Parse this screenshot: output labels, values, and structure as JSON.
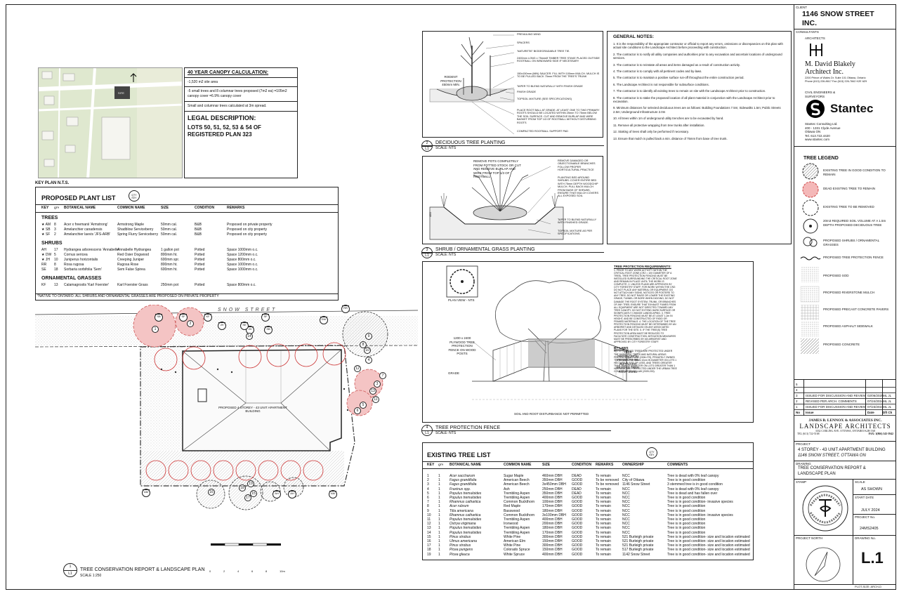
{
  "canopy": {
    "title": "40 YEAR CANOPY CALCULATION:",
    "line1": "-1,520 m2 site area",
    "line2": "-5 small trees and 8 columnar trees proposed (7m2 ea) =105m2 canopy cover =6.9% canopy cover",
    "line3": "Small and columnar trees calculated at 3m spread.",
    "legal_title": "LEGAL DESCRIPTION:",
    "legal_text": "LOTS 50, 51, 52, 53 & 54 OF REGISTERED PLAN 323"
  },
  "key_plan": {
    "label": "KEY PLAN N.T.S."
  },
  "plant_list": {
    "title": "PROPOSED PLANT LIST",
    "qty_key": "QTY KEY",
    "headers": [
      "KEY",
      "QTY",
      "BOTANICAL NAME",
      "COMMON NAME",
      "SIZE",
      "CONDITION",
      "REMARKS"
    ],
    "trees_heading": "TREES",
    "trees": [
      [
        "★ AM",
        "8",
        "Acer x freemanii 'Armstrong'",
        "Armstrong Maple",
        "50mm cal.",
        "B&B",
        "Proposed on private property"
      ],
      [
        "★ SB",
        "3",
        "Amelanchier canadensis",
        "Shadblow Serviceberry",
        "50mm cal.",
        "B&B",
        "Proposed on city property"
      ],
      [
        "★ SF",
        "2",
        "Amelanchier laevis 'JFS-ARB'",
        "Spring Flurry Serviceberry",
        "50mm cal.",
        "B&B",
        "Proposed on city property"
      ]
    ],
    "shrubs_heading": "SHRUBS",
    "shrubs": [
      [
        "AH",
        "17",
        "Hydrangea arborescens 'Annabelle'",
        "Annabelle Hydrangea",
        "1 gallon pot",
        "Potted",
        "Space 1000mm o.c."
      ],
      [
        "★ DW",
        "5",
        "Cornus sericea",
        "Red Osier Dogwood",
        "800mm ht.",
        "Potted",
        "Space 1200mm o.c."
      ],
      [
        "★ JH",
        "10",
        "Juniperus horizontalis",
        "Creeping Juniper",
        "600mm spr.",
        "Potted",
        "Space 800mm o.c."
      ],
      [
        "RR",
        "8",
        "Rosa rugosa",
        "Rugosa Rose",
        "800mm ht.",
        "Potted",
        "Space 1000mm o.c."
      ],
      [
        "SE",
        "18",
        "Sorbaria sorbifolia 'Sem'",
        "Sem False Spirea",
        "600mm ht.",
        "Potted",
        "Space 1000mm o.c."
      ]
    ],
    "grasses_heading": "ORNAMENTAL GRASSES",
    "grasses": [
      [
        "KF",
        "13",
        "Calamagrostis 'Karl Foerster'",
        "Karl Foerster Grass",
        "250mm pot",
        "Potted",
        "Space 800mm o.c."
      ]
    ],
    "footnote": "*NATIVE TO ONTARIO. ALL SHRUBS AND ORNAMENTAL GRASSES ARE PROPOSED ON PRIVATE PROPERTY"
  },
  "site_plan": {
    "street": "SNOW STREET",
    "building": "PROPOSED 4 STOREY - 43 UNIT APARTMENT BUILDING",
    "title": "TREE CONSERVATION REPORT & LANDSCAPE PLAN",
    "scale": "SCALE 1:250",
    "num": "1",
    "sheet": "L1",
    "scalebar": [
      "0",
      "2",
      "4",
      "6",
      "8",
      "10m"
    ],
    "tags_top": [
      "SB",
      "SF",
      "KF",
      "SF",
      "SB",
      "DW",
      "RR",
      "JH",
      "SE",
      "JH"
    ],
    "tags_bottom": [
      "AM",
      "AH",
      "AH",
      "AM"
    ],
    "tree_numbers": [
      "1",
      "2",
      "3",
      "4",
      "5",
      "6",
      "7",
      "8",
      "9",
      "10",
      "11",
      "12",
      "13",
      "14",
      "15",
      "16",
      "17",
      "18",
      "19"
    ]
  },
  "details": {
    "d1_title": "DECIDUOUS TREE PLANTING",
    "d1_scale": "SCALE: NTS",
    "d1_num": "2",
    "d1_notes": [
      "PREVAILING WIND",
      "SPACERS",
      "'NATURETIE' BIODEGRADABLE TREE TIE.",
      "2400mm LONG x 75mmØ TIMBER TREE STAKE PLACED OUTSIDE ROOTBALL ON WINDWARD SIDE IF NECESSARY",
      "150x150mm (MIN) SAUCER. FILL WITH 100mm MULCH. MULCH IS TO BE PULLED BACK 75mm FROM THE TREE'S TRUNK",
      "TAPER TO BLEND NATURALLY WITH FINISH GRADE",
      "FINISH GRADE",
      "TOPSOIL MIXTURE (SEE SPECIFICATIONS)",
      "PLACE ROOT BALL AT GRADE. AT LEAST ONE TO TWO PRIMARY ROOTS SHOULD BE LOCATED WITHIN 25mm TO 75mm BELOW THE SOIL SURFACE. CUT AND REMOVE BURLAP AND WIRE BASKET FROM TOP 1/3 OF ROOTBALL WITHOUT DISTURBING ROOTS",
      "COMPACTED ROOTBALL SUPPORT PAD"
    ],
    "d1_left": "RODENT PROTECTION 450mm MIN.",
    "d2_title": "SHRUB / ORNAMENTAL GRASS PLANTING",
    "d2_scale": "SCALE: NTS",
    "d2_num": "3",
    "d2_notes_left": "REMOVE POTS COMPLETELY FROM POTTED STOCK OR CUT AND REMOVE BURLAP AND WIRE FROM TOP 1/3 OF ROOTBALL",
    "d2_notes_right": [
      "REMOVE DAMAGED OR OBJECTIONABLE BRANCHES FOLLOW PROPER HORTICULTURAL PRACTICE",
      "PLANTING BED AROUND SHRUBS: COVER ENTIRE BED WITH 75mm DEPTH WOODCHIP MULCH. PULL BACK MULCH FROM BASE OF SHRUBS. ENSURE THAT MULCH COVERS ALL EXPOSED SOIL",
      "TAPER TO BLEND NATURALLY WITH FINISHED GRADE.",
      "TOPSOIL MIXTURE AS PER SPECIFICATIONS."
    ],
    "d3_title": "TREE PROTECTION FENCE",
    "d3_scale": "SCALE: NTS",
    "d3_num": "4",
    "d3_plan": "PLAN VIEW - NTS",
    "d3_left": "1200 x 2400 PLYWOOD TREE PROTECTION FENCE ON WOOD POSTS",
    "d3_right": "TREE PROTECTION FENCE TO BE INSTALLED BEYOND TREE ROOT ZONE",
    "d3_bottom": "SOIL AND ROOT DISTURBANCE NOT PERMITTED",
    "d3_grade": "GRADE",
    "d3_requirements_title": "TREE PROTECTION REQUIREMENTS:",
    "d3_requirements": "1. PRIOR TO ANY WORK ACTIVITY WITHIN THE CRITICAL ROOT ZONE (CRZ = 10X DIAMETER OF A TREE), TREE PROTECTION FENCING MUST BE INSTALLED SURROUNDING THE CRITICAL ROOT ZONE AND REMAIN IN PLACE UNTIL THE WORK IS COMPLETE. 2. UNLESS PLANS ARE APPROVED BY CITY FORESTRY STAFF, FOR WORK WITHIN THE CRZ: DO NOT PLACE ANY MATERIAL OR EQUIPMENT; DO NOT ATTACH ANY SIGNS, NOTICES OR POSTERS TO ANY TREE; DO NOT RAISE OR LOWER THE EXISTING GRADE; TUNNEL OR BORE WHEN DIGGING; DO NOT DAMAGE THE ROOT SYSTEM, TRUNK, OR BRANCHES OF ANY TREE; ENSURE THAT EXHAUST FUMES FROM ALL EQUIPMENT ARE NOT DIRECTED TOWARD ANY TREE CANOPY; DO NOT EXTEND HARD SURFACE OR SIGNIFICANTLY CHANGE LANDSCAPING. 3. TREE PROTECTION FENCING MUST BE AT LEAST 1.2m IN HEIGHT, AND BE CONSTRUCTED OF RIGID OR FRAMED MATERIALS. 4. THE LOCATION OF THE TREE PROTECTION FENCING MUST BE DETERMINED BY AN ARBORIST AND DETAILED ON ANY ASSOCIATED PLANS FOR THE SITE. 5. IF THE TREE(S) TREE PROTECTION AREA MUST BE REDUCED TO FACILITATE CONSTRUCTION, MITIGATION MEASURES MUST BE PRESCRIBED BY AN ARBORIST AND APPROVED BY CITY FORESTRY STAFF.",
    "d3_bylaw_title": "BY-LAWS",
    "d3_bylaw": "ALL CITY-OWNED TREES ARE PROTECTED UNDER THE MUNICIPAL TREES AND NATURAL AREAS PROTECTION BY-LAW (2006-279). PRIVATELY OWNED TREES GREATER THAN 10cm IN DIAMETER ON LOTS 1 HECTARE IN SIZE OR LESS, AND TREES GREATER THAN 30cm IN DIAMETER ON LOTS GREATER THAN 1 HECTARE, ARE PROTECTED UNDER THE URBAN TREE CONSERVATION BY-LAW (2009-200)."
  },
  "general_notes": {
    "title": "GENERAL NOTES:",
    "items": [
      "1. It is the responsibility of the appropriate contractor or official to report any errors, omissions or discrepancies on this plan with actual site conditions to the Landscape Architect before proceeding with construction.",
      "2. The contractor is to notify all utility companies and authorities prior to any excavation and ascertain locations of underground services.",
      "3. The contractor is to reinstate all areas and items damaged as a result of construction activity.",
      "4. The contractor is to comply with all pertinent codes and by-laws.",
      "5. The contractor is to maintain a positive surface run-off throughout the entire construction period.",
      "6. The Landscape Architect is not responsible for subsurface conditions.",
      "7. The contractor is to identify all existing trees to remain on site with the Landscape Architect prior to construction.",
      "8. The contractor is to stake the proposed location of all plant material in conjunction with the Landscape Architect prior to excavation.",
      "9. Minimum distances for selected deciduous trees are as follows: Building Foundations 7.5m; Sidewalks 1.5m; Public Streets 2.5m; Underground Infrastructure 2.0m",
      "10. All trees within 1m of underground utility trenches are to be excavated by hand.",
      "11. Remove all protective wrapping from tree trunks after installation.",
      "12. Staking of trees shall only be performed if necessary.",
      "13. Ensure that mulch is pulled back a min. distance of 75mm from base of tree trunk."
    ]
  },
  "existing_tree_list": {
    "title": "EXISTING TREE LIST",
    "qty_key": "QTY KEY",
    "headers": [
      "KEY",
      "QTY",
      "BOTANICAL NAME",
      "COMMON NAME",
      "SIZE",
      "CONDITION",
      "REMARKS",
      "OWNERSHIP",
      "COMMENTS"
    ],
    "rows": [
      [
        "1",
        "1",
        "Acer saccharum",
        "Sugar Maple",
        "460mm DBH",
        "DEAD",
        "To remain",
        "NCC",
        "Tree is dead with 0% leaf canopy"
      ],
      [
        "2",
        "1",
        "Fagus grandifolia",
        "American Beech",
        "350mm DBH",
        "GOOD",
        "To be removed",
        "City of Ottawa",
        "Tree is in good condition"
      ],
      [
        "3",
        "1",
        "Fagus grandifolia",
        "American Beech",
        "3x450mm DBH",
        "GOOD",
        "To be removed",
        "1146 Snow Street",
        "3 stemmed tree is in good condition"
      ],
      [
        "4",
        "1",
        "Fraxinus spp.",
        "Ash",
        "250mm DBH",
        "DEAD",
        "To remain",
        "NCC",
        "Tree is dead with 0% leaf canopy"
      ],
      [
        "5",
        "1",
        "Populus tremuloides",
        "Trembling Aspen",
        "350mm DBH",
        "DEAD",
        "To remain",
        "NCC",
        "Tree is dead and has fallen over"
      ],
      [
        "6",
        "1",
        "Populus tremuloides",
        "Trembling Aspen",
        "400mm DBH",
        "GOOD",
        "To remain",
        "NCC",
        "Tree is in good condition"
      ],
      [
        "7",
        "1",
        "Rhamnus cathartica",
        "Common Buckthorn",
        "100mm DBH",
        "GOOD",
        "To remain",
        "NCC",
        "Tree is in good condition- invasive species"
      ],
      [
        "8",
        "1",
        "Acer rubrum",
        "Red Maple",
        "170mm DBH",
        "GOOD",
        "To remain",
        "NCC",
        "Tree is in good condition"
      ],
      [
        "9",
        "1",
        "Tilia americana",
        "Basswood",
        "180mm DBH",
        "GOOD",
        "To remain",
        "NCC",
        "Tree is in good condition"
      ],
      [
        "10",
        "1",
        "Rhamnus cathartica",
        "Common Buckthorn",
        "3x100mm DBH",
        "GOOD",
        "To remain",
        "NCC",
        "Tree is in good condition- invasive species"
      ],
      [
        "11",
        "1",
        "Populus tremuloides",
        "Trembling Aspen",
        "400mm DBH",
        "GOOD",
        "To remain",
        "NCC",
        "Tree is in good condition"
      ],
      [
        "12",
        "1",
        "Ostrya virginiana",
        "Ironwood",
        "200mm DBH",
        "GOOD",
        "To remain",
        "NCC",
        "Tree is in good condition"
      ],
      [
        "13",
        "1",
        "Populus tremuloides",
        "Trembling Aspen",
        "180mm DBH",
        "GOOD",
        "To remain",
        "NCC",
        "Tree is in good condition"
      ],
      [
        "14",
        "1",
        "Populus tremuloides",
        "Trembling Aspen",
        "170mm DBH",
        "GOOD",
        "To remain",
        "NCC",
        "Tree is in good condition"
      ],
      [
        "15",
        "1",
        "Pinus strobus",
        "White Pine",
        "300mm DBH",
        "GOOD",
        "To remain",
        "521 Burleigh private",
        "Tree is in good condition- size and location estimated"
      ],
      [
        "16",
        "1",
        "Ulmus americana",
        "American Elm",
        "150mm DBH",
        "GOOD",
        "To remain",
        "521 Burleigh private",
        "Tree is in good condition- size and location estimated"
      ],
      [
        "17",
        "1",
        "Pinus strobus",
        "White Pine",
        "300mm DBH",
        "GOOD",
        "To remain",
        "521 Burleigh private",
        "Tree is in good condition- size and location estimated"
      ],
      [
        "18",
        "1",
        "Picea pungens",
        "Colorado Spruce",
        "150mm DBH",
        "GOOD",
        "To remain",
        "517 Burleigh private",
        "Tree is in good condition- size and location estimated"
      ],
      [
        "19",
        "1",
        "Picea glauca",
        "White Spruce",
        "400mm DBH",
        "GOOD",
        "To remain",
        "1142 Snow Street",
        "Tree is in good condition- size and location estimated"
      ]
    ]
  },
  "title_block": {
    "client_label": "CLIENT",
    "client": "1146 SNOW STREET INC.",
    "consultants_label": "CONSULTANTS",
    "architects_small": "ARCHITECTS",
    "architect_name": "M. David Blakely",
    "architect_name2": "Architect Inc.",
    "architect_addr": "2200 Prince of Wales Dr. Suite 101 Ottawa, Ontario",
    "architect_phone": "Phone (613) 226-8617   Fax (613) 226-7842   K2E 6Z9",
    "eng_label": "CIVIL ENGINEERS & SURVEYORS",
    "stantec": "Stantec",
    "stantec_addr1": "Stantec Consulting Ltd.",
    "stantec_addr2": "400 - 1331 Clyde Avenue",
    "stantec_addr3": "Ottawa ON",
    "stantec_tel": "Tel. 613.722.4420",
    "stantec_web": "www.stantec.com",
    "legend_title": "TREE LEGEND",
    "legend": [
      "EXISTING TREE IN GOOD CONDITION TO REMAIN",
      "DEAD EXISTING TREE TO REMAIN",
      "EXISTING TREE TO BE REMOVED",
      "20m3 REQUIRED SOIL VOLUME AT A 1.5m DEPTH PROPOSED DECIDUOUS TREE",
      "PROPOSED SHRUBS / ORNAMENTAL GRASSES",
      "PROPOSED TREE PROTECTION FENCE",
      "PROPOSED SOD",
      "PROPOSED RIVERSTONE MULCH",
      "PROPOSED PRECAST CONCRETE PAVERS",
      "PROPOSED ASPHALT SIDEWALK",
      "PROPOSED CONCRETE"
    ],
    "revisions": [
      {
        "no": "5",
        "issue": "",
        "date": "",
        "by": ""
      },
      {
        "no": "4",
        "issue": "",
        "date": "",
        "by": ""
      },
      {
        "no": "3",
        "issue": "ISSUED FOR DISCUSSION AND REVIEW",
        "date": "02/06/2025",
        "by": "ML  JL"
      },
      {
        "no": "2",
        "issue": "REVISED PER ARCH. COMMENTS",
        "date": "07/24/2024",
        "by": "ML  JL"
      },
      {
        "no": "1",
        "issue": "ISSUED FOR DISCUSSION AND REVIEW",
        "date": "07/23/2024",
        "by": "ML  JL"
      }
    ],
    "rev_headers": {
      "no": "No",
      "issue": "Issue",
      "date": "Date",
      "by": "Dft  Ck"
    },
    "firm1": "JAMES B. LENNOX & ASSOCIATES INC.",
    "firm2": "LANDSCAPE   ARCHITECTS",
    "firm3": "3332 CARLING AVE.    OTTAWA, ONTARIO    K2H 5A8",
    "firm4": "TEL (613) 722-5168",
    "firm5": "FAX: 1(866) 343-3942",
    "project_label": "PROJECT",
    "project1": "4 STOREY - 43 UNIT APARTMENT BUILDING",
    "project2": "1146 SNOW STREET, OTTAWA ON",
    "drawing_label": "DRAWING",
    "drawing1": "TREE CONSERVATION REPORT &",
    "drawing2": "LANDSCAPE PLAN",
    "stamp_label": "STAMP",
    "scale_label": "SCALE",
    "scale": "AS SHOWN",
    "start_label": "START DATE",
    "start": "JULY 2024",
    "projno_label": "PROJECT No.",
    "projno": "24MS2405",
    "north_label": "PROJECT NORTH",
    "drawno_label": "DRAWING No.",
    "drawno": "L.1",
    "plot": "PLOT-SIZE: ARCH-D"
  }
}
